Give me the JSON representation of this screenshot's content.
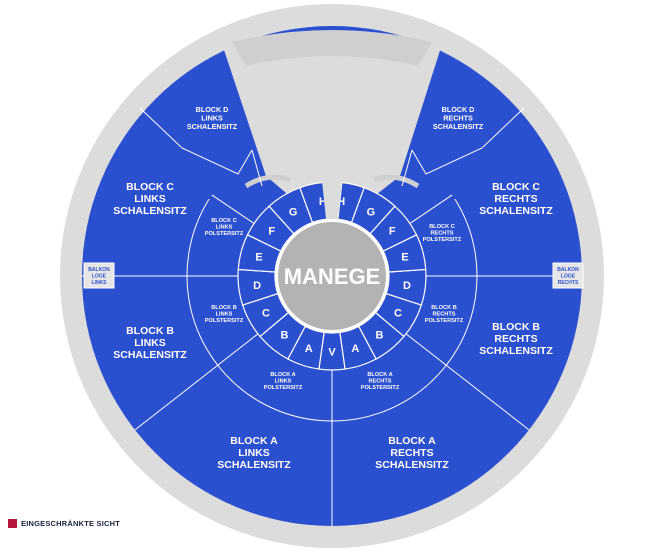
{
  "colors": {
    "seat": "#2a4fcf",
    "line": "#ffffff",
    "ring": "#dcdcdc",
    "manege": "#b3b3b3",
    "stage": "#cfcfcf",
    "restricted": "#b5183c"
  },
  "manege": {
    "label": "MANEGE"
  },
  "blocks": {
    "d_links": {
      "label": [
        "BLOCK D",
        "LINKS",
        "SCHALENSITZ"
      ]
    },
    "d_rechts": {
      "label": [
        "BLOCK D",
        "RECHTS",
        "SCHALENSITZ"
      ]
    },
    "c_links": {
      "label": [
        "BLOCK C",
        "LINKS",
        "SCHALENSITZ"
      ]
    },
    "c_rechts": {
      "label": [
        "BLOCK C",
        "RECHTS",
        "SCHALENSITZ"
      ]
    },
    "b_links": {
      "label": [
        "BLOCK B",
        "LINKS",
        "SCHALENSITZ"
      ]
    },
    "b_rechts": {
      "label": [
        "BLOCK B",
        "RECHTS",
        "SCHALENSITZ"
      ]
    },
    "a_links": {
      "label": [
        "BLOCK A",
        "LINKS",
        "SCHALENSITZ"
      ]
    },
    "a_rechts": {
      "label": [
        "BLOCK A",
        "RECHTS",
        "SCHALENSITZ"
      ]
    }
  },
  "poster": {
    "c_links": [
      "BLOCK C",
      "LINKS",
      "POLSTERSITZ"
    ],
    "c_rechts": [
      "BLOCK C",
      "RECHTS",
      "POLSTERSITZ"
    ],
    "b_links": [
      "BLOCK B",
      "LINKS",
      "POLSTERSITZ"
    ],
    "b_rechts": [
      "BLOCK B",
      "RECHTS",
      "POLSTERSITZ"
    ],
    "a_links": [
      "BLOCK A",
      "LINKS",
      "POLSTERSITZ"
    ],
    "a_rechts": [
      "BLOCK A",
      "RECHTS",
      "POLSTERSITZ"
    ]
  },
  "rows": {
    "left": [
      "A",
      "B",
      "C",
      "D",
      "E",
      "F",
      "G",
      "H"
    ],
    "right": [
      "A",
      "B",
      "C",
      "D",
      "E",
      "F",
      "G",
      "H"
    ],
    "center": "V"
  },
  "loge": {
    "links": [
      "BALKON",
      "LOGE",
      "LINKS"
    ],
    "rechts": [
      "BALKON",
      "LOGE",
      "RECHTS"
    ]
  },
  "legend": {
    "text": "EINGESCHRÄNKTE SICHT"
  }
}
